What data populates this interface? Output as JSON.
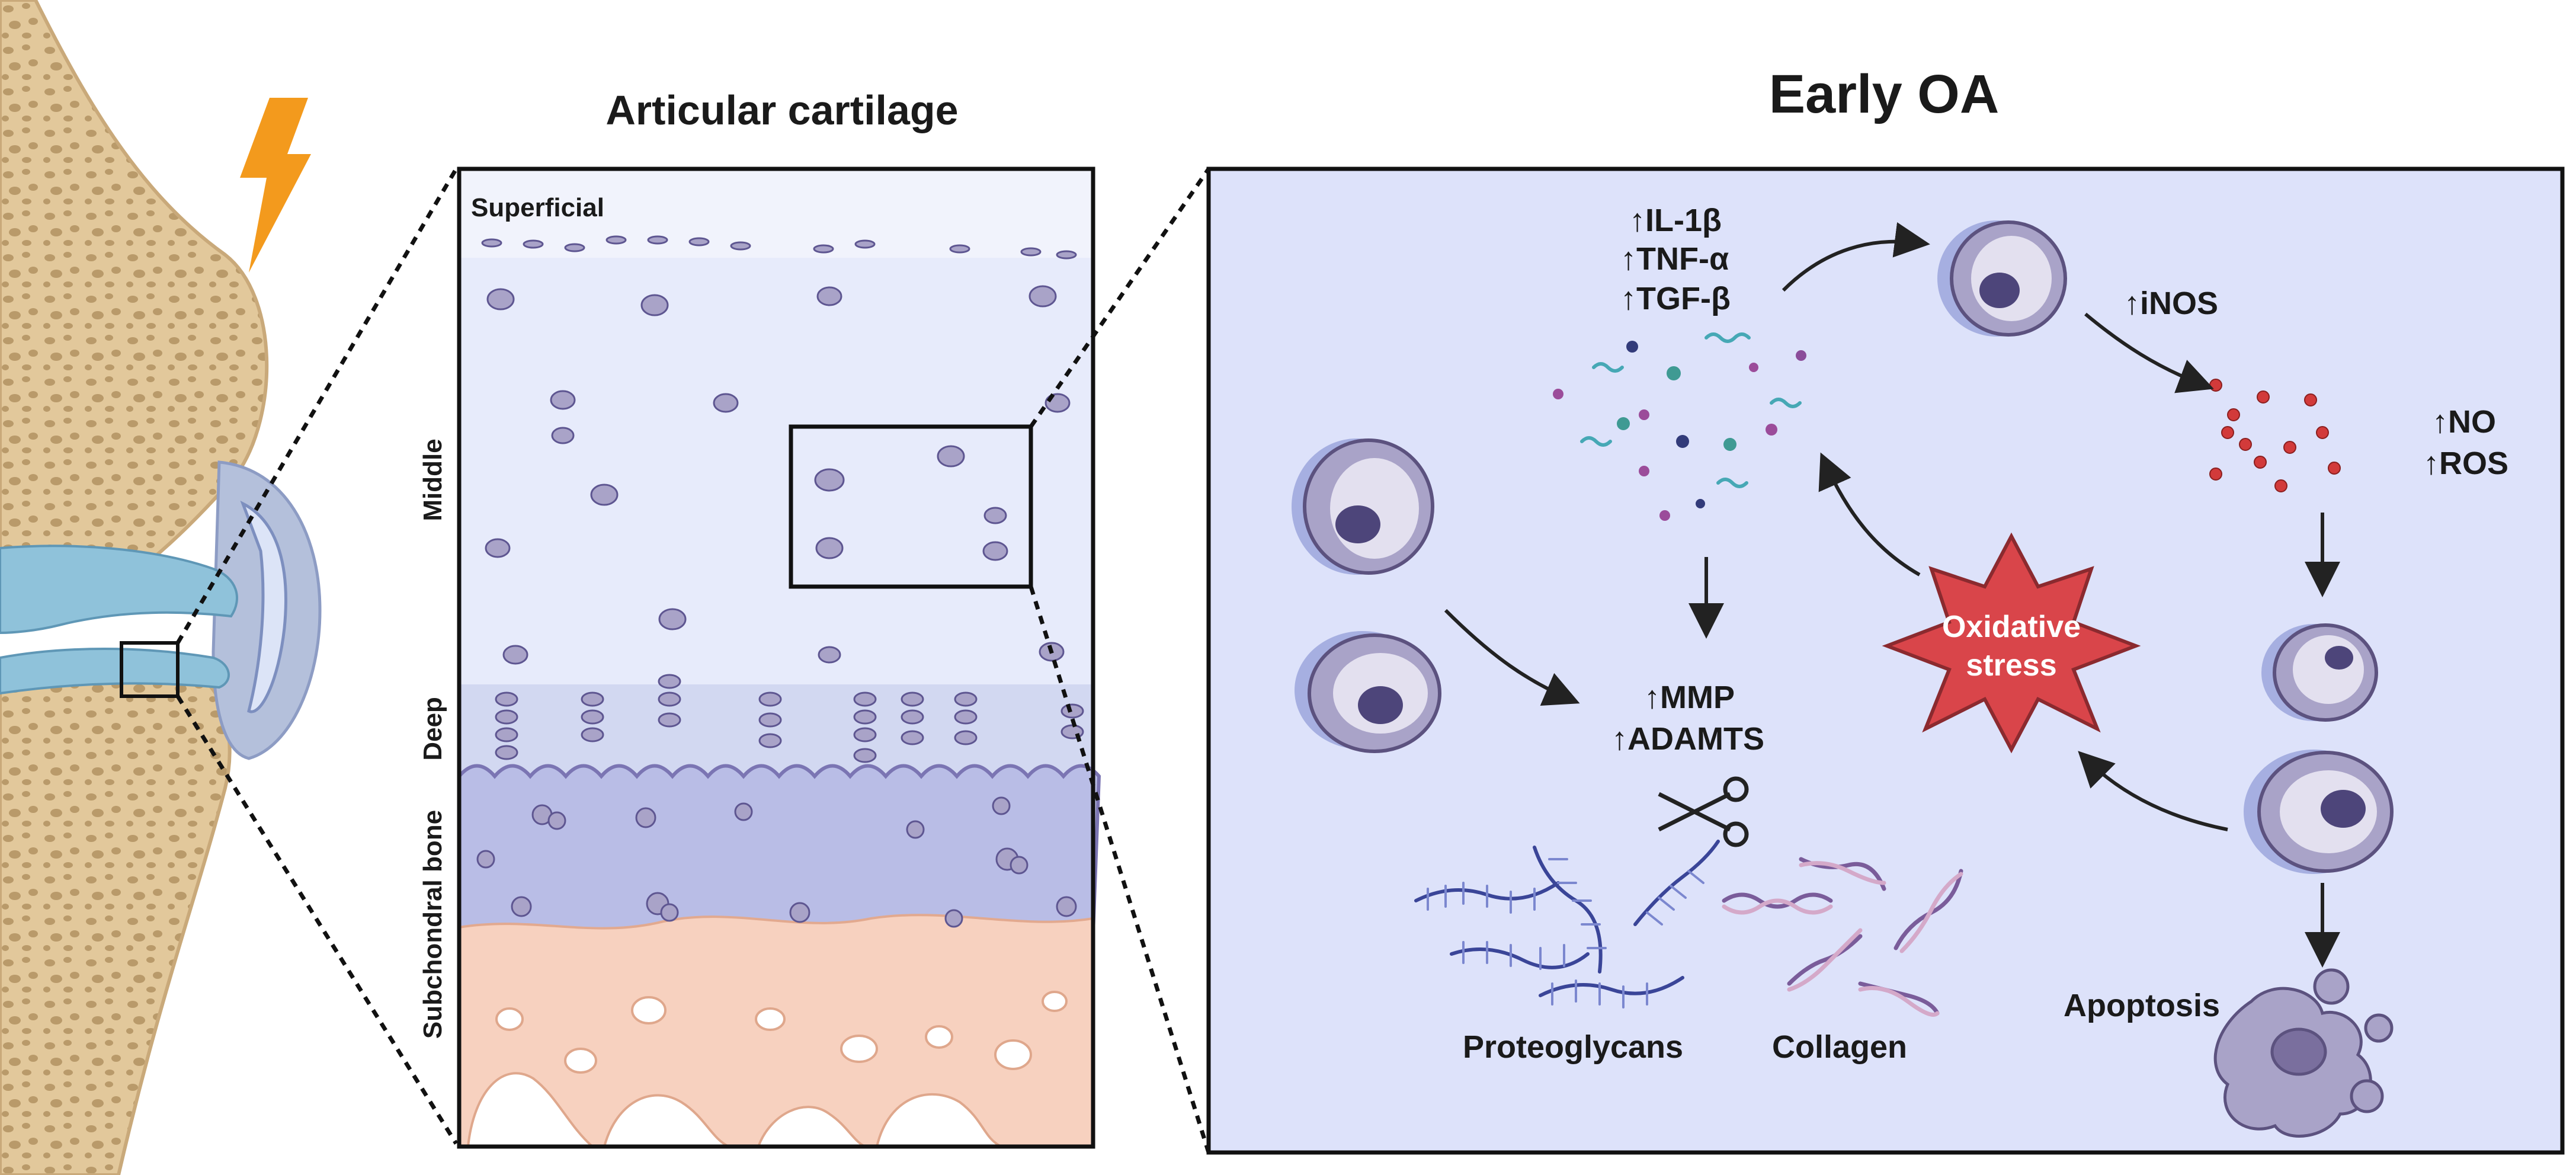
{
  "titles": {
    "cartilage": "Articular cartilage",
    "early_oa": "Early OA"
  },
  "zones": {
    "superficial": "Superficial",
    "middle": "Middle",
    "deep": "Deep",
    "subchondral": "Subchondral bone"
  },
  "cytokines": [
    "↑IL-1β",
    "↑TNF-α",
    "↑TGF-β"
  ],
  "enzymes": [
    "↑MMP",
    "↑ADAMTS"
  ],
  "inos": "↑iNOS",
  "radicals": [
    "↑NO",
    "↑ROS"
  ],
  "oxidative_stress": [
    "Oxidative",
    "stress"
  ],
  "labels": {
    "proteoglycans": "Proteoglycans",
    "collagen": "Collagen",
    "apoptosis": "Apoptosis"
  },
  "colors": {
    "bone": "#e2c89b",
    "trabecula": "#b99a6a",
    "cartilage_bg": "#e7ebfb",
    "panel_bg": "#dde2fa",
    "cell": "#a9a3c8",
    "nucleus": "#4d457a",
    "cytokine_teal": "#46a8b5",
    "radical_red": "#d23a3a",
    "star_red": "#d9454a",
    "bolt_orange": "#f39a1d",
    "subchondral_pink": "#f7d1bf"
  }
}
